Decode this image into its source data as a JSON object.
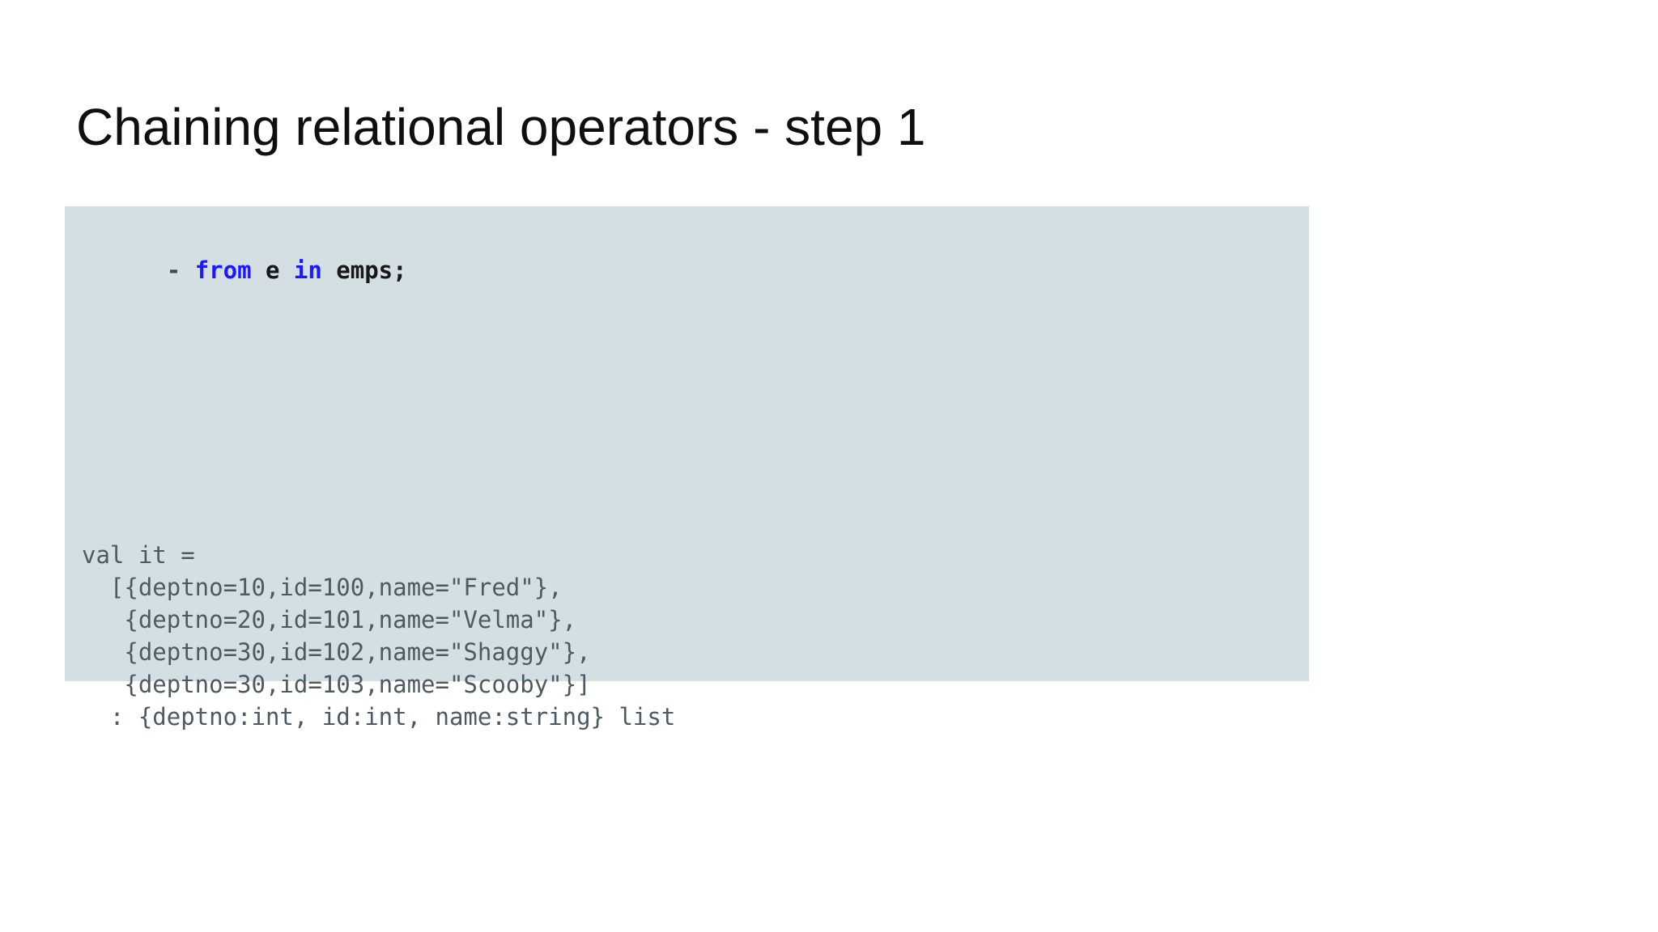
{
  "slide": {
    "title": "Chaining relational operators - step 1",
    "title_color": "#0f0f0f",
    "code_block": {
      "prompt_line": {
        "prompt": "- ",
        "tokens": [
          {
            "text": "from",
            "type": "keyword"
          },
          {
            "text": " e ",
            "type": "plain"
          },
          {
            "text": "in",
            "type": "keyword"
          },
          {
            "text": " emps;",
            "type": "plain"
          }
        ]
      },
      "output_lines": [
        "val it =",
        "  [{deptno=10,id=100,name=\"Fred\"},",
        "   {deptno=20,id=101,name=\"Velma\"},",
        "   {deptno=30,id=102,name=\"Shaggy\"},",
        "   {deptno=30,id=103,name=\"Scooby\"}]",
        "  : {deptno:int, id:int, name:string} list"
      ],
      "colors": {
        "background": "#d4dfe3",
        "keyword": "#1a1aff",
        "code_text": "#17181a",
        "prompt": "#434b51",
        "output_text": "#4e5a62"
      }
    }
  }
}
